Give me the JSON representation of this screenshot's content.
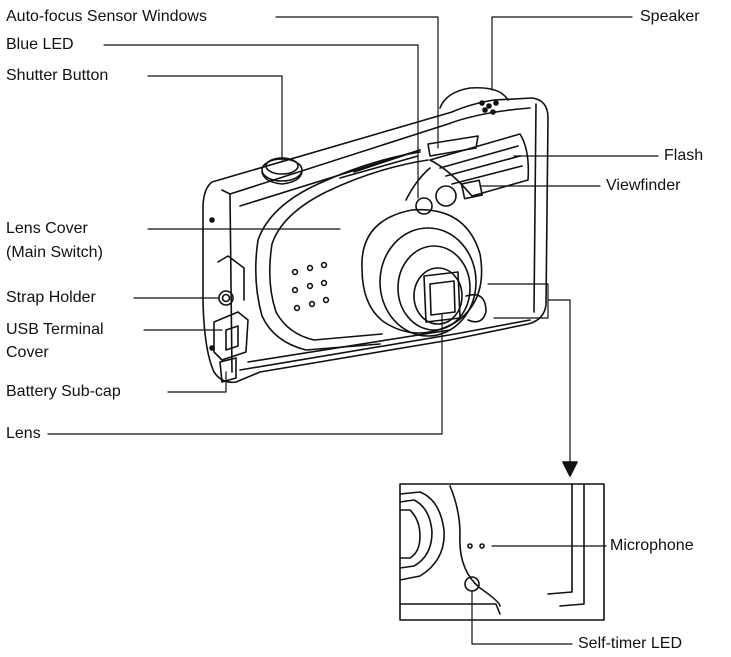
{
  "labels": {
    "autofocus": "Auto-focus Sensor Windows",
    "blue_led": "Blue LED",
    "shutter": "Shutter Button",
    "lens_cover_1": "Lens Cover",
    "lens_cover_2": "(Main Switch)",
    "strap": "Strap Holder",
    "usb_1": "USB Terminal",
    "usb_2": "Cover",
    "battery": "Battery Sub-cap",
    "lens": "Lens",
    "speaker": "Speaker",
    "flash": "Flash",
    "viewfinder": "Viewfinder",
    "microphone": "Microphone",
    "selftimer": "Self-timer LED"
  }
}
